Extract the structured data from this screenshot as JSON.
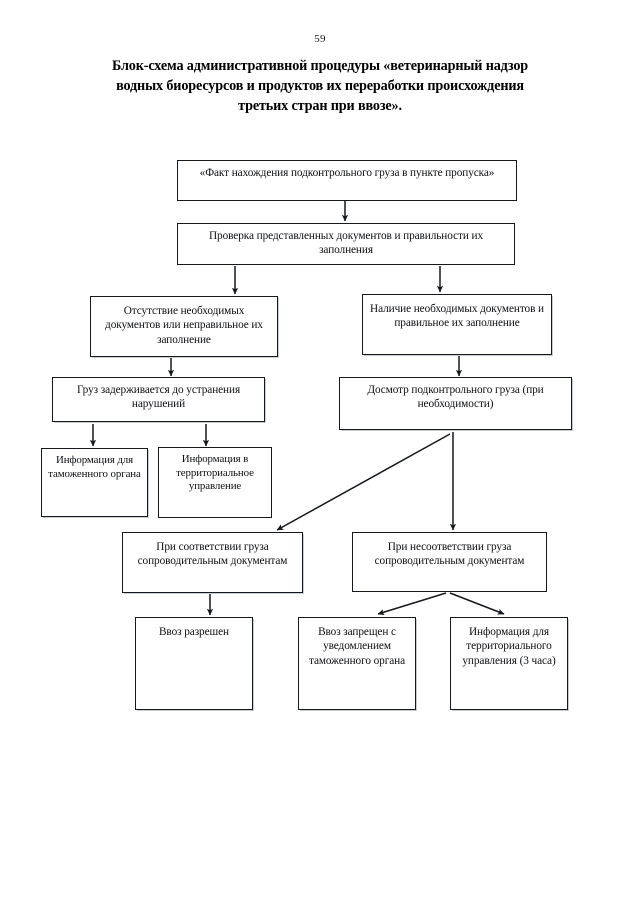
{
  "page": {
    "number": "59",
    "title_lines": [
      "Блок-схема административной процедуры «ветеринарный надзор",
      "водных биоресурсов и продуктов их переработки  происхождения",
      "третьих стран при ввозе»."
    ],
    "background_color": "#ffffff",
    "ink_color": "#0d0f12"
  },
  "flowchart": {
    "type": "flowchart",
    "orientation": "top-down",
    "nodes": [
      {
        "id": "n1",
        "label": "«Факт нахождения подконтрольного груза в пункте пропуска»"
      },
      {
        "id": "n2",
        "label": "Проверка представленных документов и правильности их заполнения"
      },
      {
        "id": "n3",
        "label": "Отсутствие необходимых документов или неправильное их заполнение"
      },
      {
        "id": "n4",
        "label": "Наличие необходимых документов и правильное их заполнение"
      },
      {
        "id": "n5",
        "label": "Груз задерживается до устранения нарушений"
      },
      {
        "id": "n6",
        "label": "Досмотр подконтрольного груза (при необходимости)"
      },
      {
        "id": "n7",
        "label": "Информация для таможенного органа"
      },
      {
        "id": "n8",
        "label": "Информация в территориальное управление"
      },
      {
        "id": "n9",
        "label": "При соответствии груза сопроводительным документам"
      },
      {
        "id": "n10",
        "label": "При несоответствии груза сопроводительным документам"
      },
      {
        "id": "n11",
        "label": "Ввоз разрешен"
      },
      {
        "id": "n12",
        "label": "Ввоз запрещен с уведомлением таможенного органа"
      },
      {
        "id": "n13",
        "label": "Информация для территориального управления (3 часа)"
      }
    ],
    "edges": [
      {
        "from": "n1",
        "to": "n2",
        "style": "straight-arrow"
      },
      {
        "from": "n2",
        "to": "n3",
        "style": "straight-arrow"
      },
      {
        "from": "n2",
        "to": "n4",
        "style": "straight-arrow"
      },
      {
        "from": "n3",
        "to": "n5",
        "style": "straight-arrow"
      },
      {
        "from": "n4",
        "to": "n6",
        "style": "straight-arrow"
      },
      {
        "from": "n5",
        "to": "n7",
        "style": "straight-arrow"
      },
      {
        "from": "n5",
        "to": "n8",
        "style": "straight-arrow"
      },
      {
        "from": "n6",
        "to": "n9",
        "style": "diagonal-arrow"
      },
      {
        "from": "n6",
        "to": "n10",
        "style": "straight-arrow"
      },
      {
        "from": "n9",
        "to": "n11",
        "style": "straight-arrow"
      },
      {
        "from": "n10",
        "to": "n12",
        "style": "diagonal-arrow"
      },
      {
        "from": "n10",
        "to": "n13",
        "style": "diagonal-arrow"
      }
    ]
  }
}
